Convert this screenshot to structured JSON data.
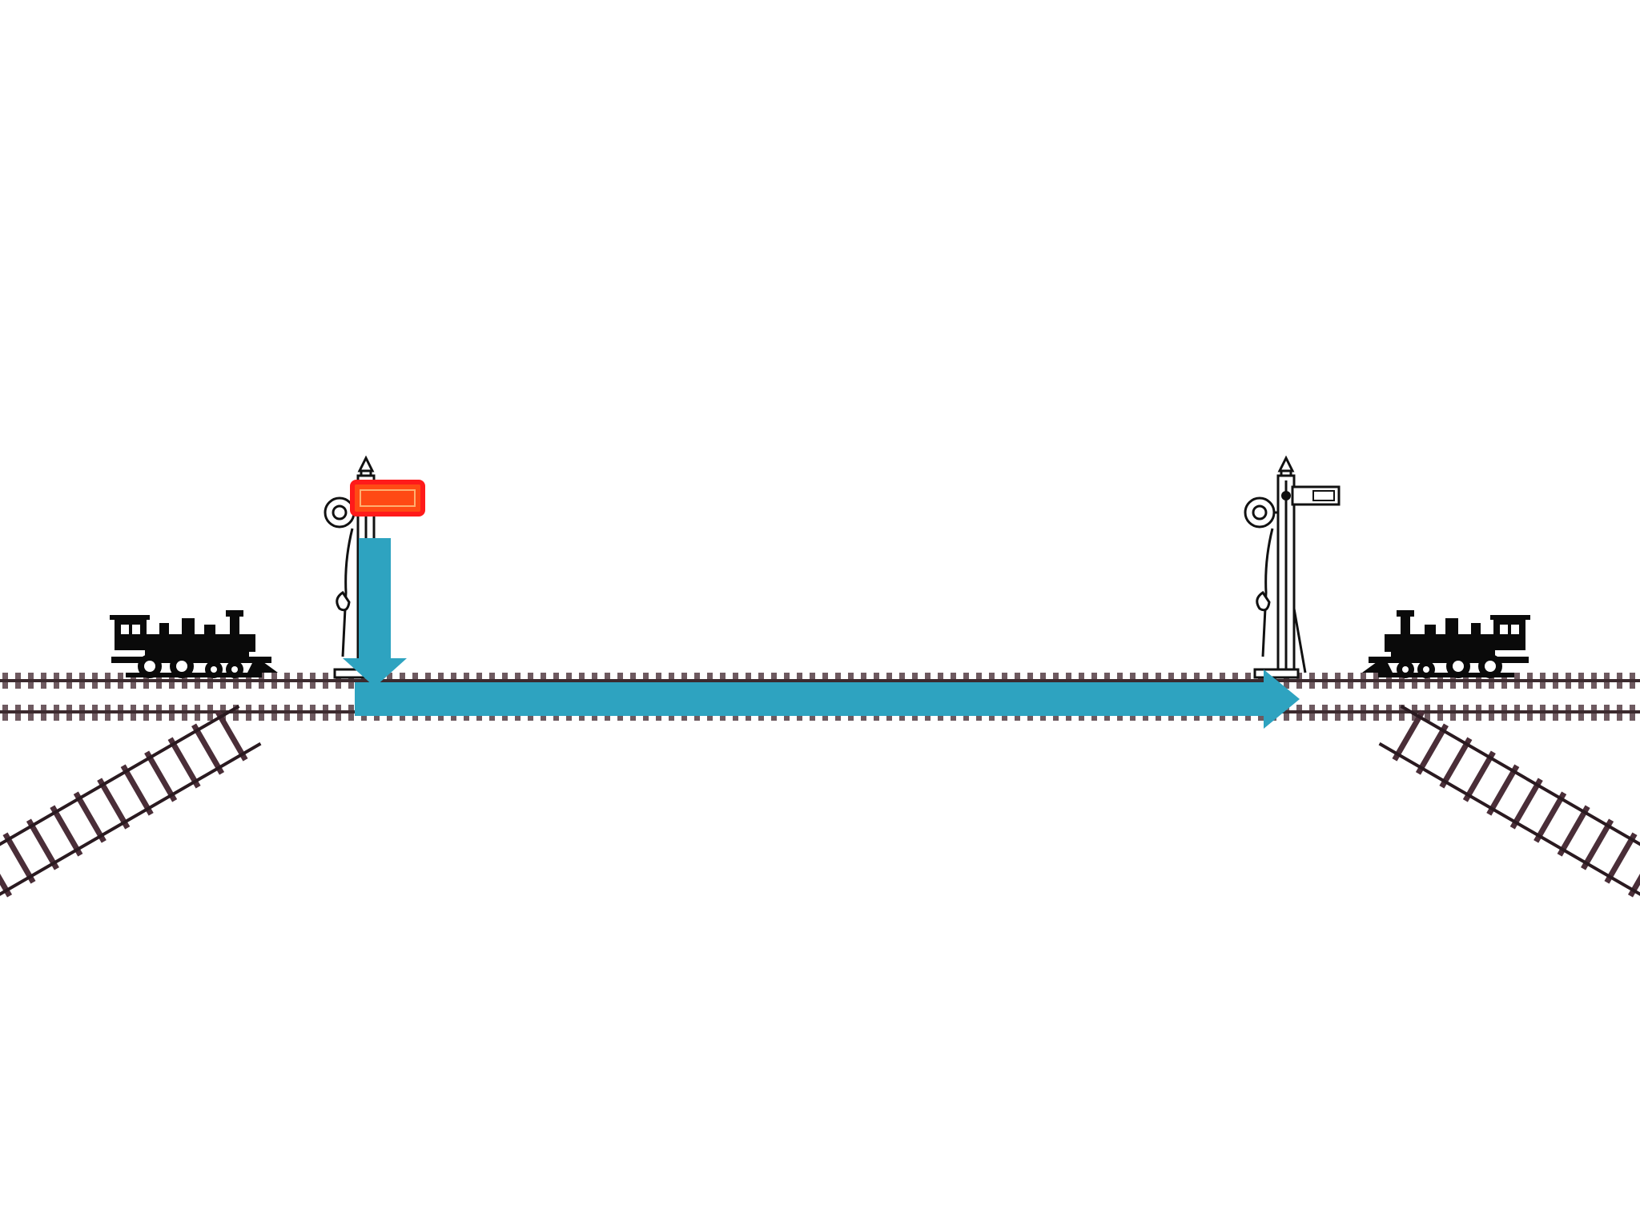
{
  "diagram": {
    "description_visible_text": [],
    "colors": {
      "background": "#ffffff",
      "rail": "#3b2a2e",
      "tie": "#6e5a60",
      "arrow": "#2ea3c0",
      "signal_arm_stop": "#ff4a14",
      "signal_arm_stop_border": "#ff1a1a",
      "signal_arm_clear": "#ffffff",
      "locomotive": "#0a0a0a",
      "signal_outline": "#111111"
    },
    "signals": [
      {
        "name": "left-signal",
        "arm_state": "stop",
        "arm_color_key": "signal_arm_stop"
      },
      {
        "name": "right-signal",
        "arm_state": "clear",
        "arm_color_key": "signal_arm_clear"
      }
    ],
    "locomotives": [
      {
        "name": "left-locomotive",
        "facing": "right"
      },
      {
        "name": "right-locomotive",
        "facing": "left"
      }
    ],
    "flow_arrow": {
      "segments": [
        "down",
        "right"
      ]
    },
    "icons": {
      "locomotive": "steam-locomotive-icon",
      "signal": "semaphore-signal-icon",
      "track": "railway-track"
    }
  }
}
